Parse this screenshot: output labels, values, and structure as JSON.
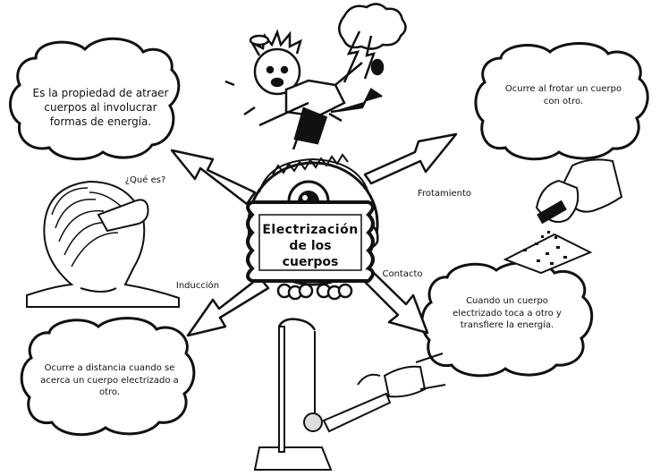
{
  "center": {
    "line1": "Electrización",
    "line2": "de los",
    "line3": "cuerpos"
  },
  "clouds": {
    "definition": "Es la propiedad de atraer cuerpos al involucrar formas de energía.",
    "friction": "Ocurre al frotar un cuerpo con otro.",
    "contact": "Cuando un cuerpo electrizado toca a otro y transfiere la energía.",
    "induction": "Ocurre a distancia cuando se acerca un cuerpo electrizado a otro."
  },
  "labels": {
    "what_is": "¿Qué es?",
    "friction": "Frotamiento",
    "contact": "Contacto",
    "induction": "Inducción"
  }
}
